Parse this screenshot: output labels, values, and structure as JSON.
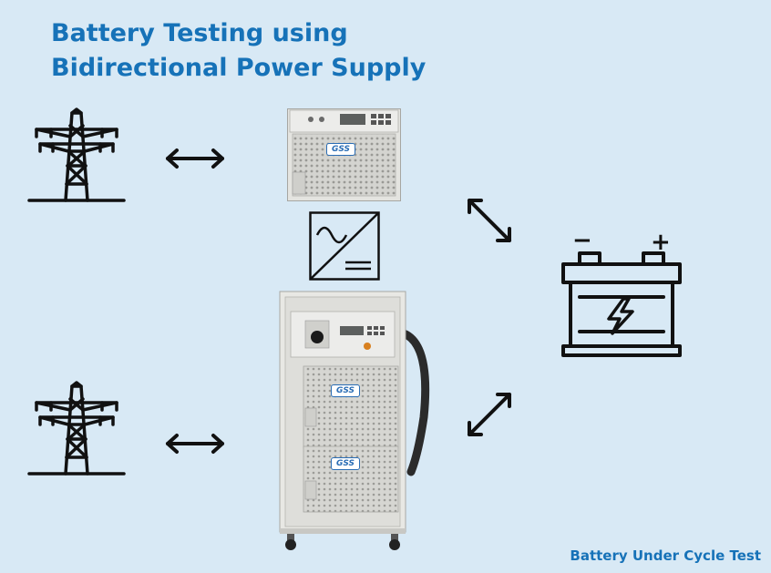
{
  "title": {
    "line1": "Battery Testing using",
    "line2": "Bidirectional Power Supply"
  },
  "caption": "Battery Under Cycle Test",
  "brand": "GSS",
  "battery": {
    "minus": "−",
    "plus": "+"
  },
  "colors": {
    "background": "#d8e9f5",
    "title": "#1672b8",
    "icon_stroke": "#111111",
    "cabinet": "#e6e6e2",
    "brand_blue": "#2a6db5"
  },
  "icons": {
    "grid_top": "power-tower-icon",
    "grid_bottom": "power-tower-icon",
    "converter": "ac-dc-converter-icon",
    "battery": "car-battery-icon"
  }
}
